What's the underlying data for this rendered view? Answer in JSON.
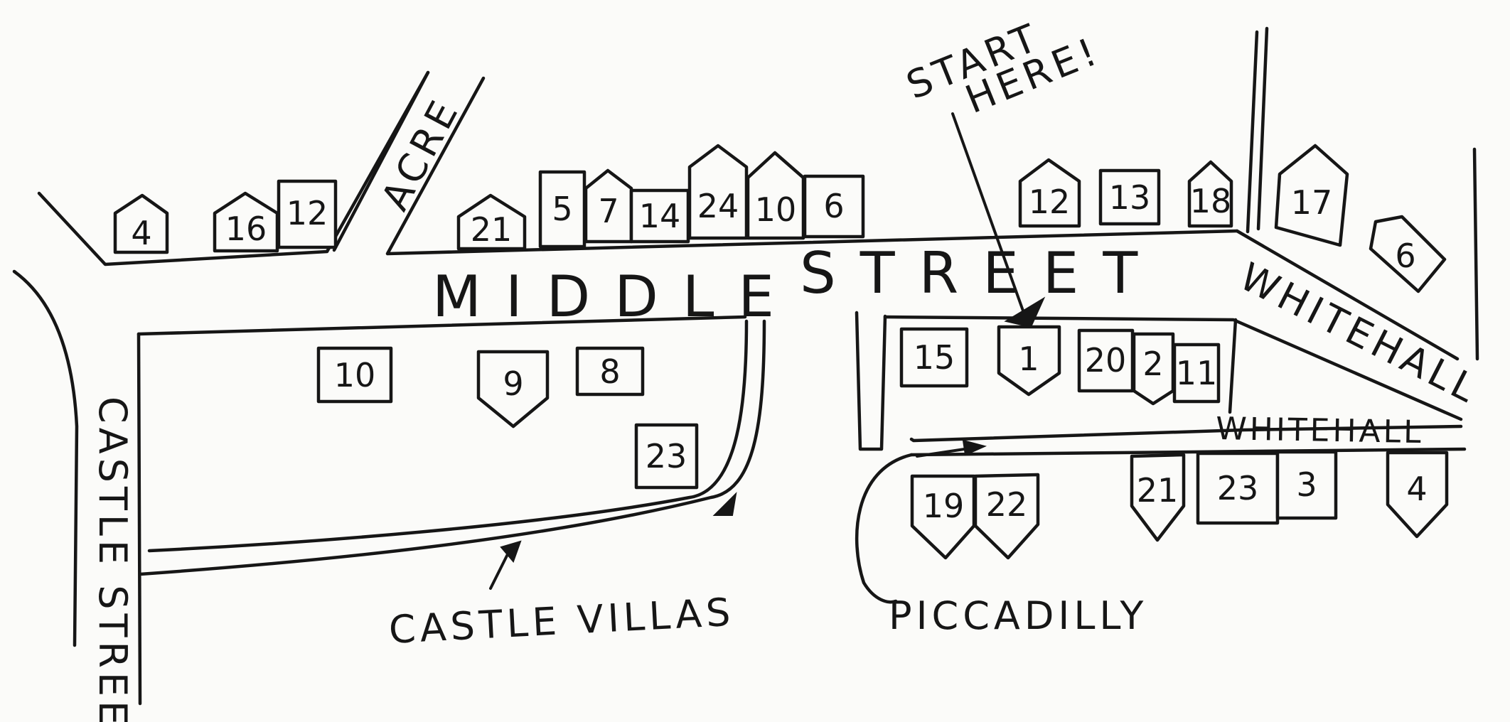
{
  "labels": {
    "middle": "MIDDLE",
    "street": "STREET",
    "acre": "ACRE",
    "castle_street": "CASTLE STREET",
    "castle_villas": "CASTLE VILLAS",
    "piccadilly": "PICCADILLY",
    "whitehall_upper": "WHITEHALL",
    "whitehall_lower": "WHITEHALL",
    "start_line1": "START",
    "start_line2": "HERE!"
  },
  "houses": {
    "ms_north_4": "4",
    "ms_north_16": "16",
    "ms_north_12": "12",
    "ms_north_21": "21",
    "ms_north_5": "5",
    "ms_north_7": "7",
    "ms_north_14": "14",
    "ms_north_24": "24",
    "ms_north_10": "10",
    "ms_north_6": "6",
    "ms_north_12b": "12",
    "ms_north_13": "13",
    "ms_north_18": "18",
    "wh_17": "17",
    "wh_6": "6",
    "cv_10": "10",
    "cv_9": "9",
    "cv_8": "8",
    "cv_23": "23",
    "ms_south_15": "15",
    "ms_south_1": "1",
    "ms_south_20": "20",
    "ms_south_2": "2",
    "ms_south_11": "11",
    "pc_19": "19",
    "pc_22": "22",
    "wh_21": "21",
    "wh_23": "23",
    "wh_3": "3",
    "wh_4": "4"
  }
}
